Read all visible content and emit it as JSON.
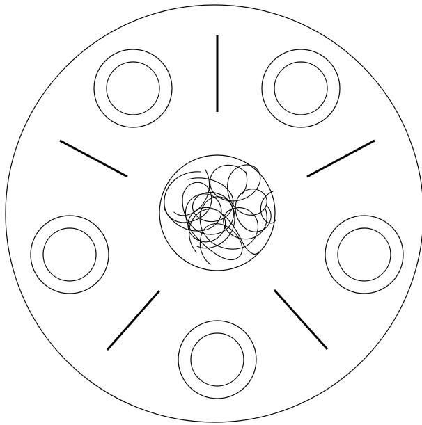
{
  "diagram": {
    "background": "#ffffff",
    "stroke_color": "#000000",
    "elements": {
      "outer_ring": "circle",
      "seats": "double-ring",
      "dividers": "line",
      "center_hub": "circle",
      "hub_contents": "tangled-wire"
    },
    "seat_count": 5,
    "divider_count": 5
  }
}
